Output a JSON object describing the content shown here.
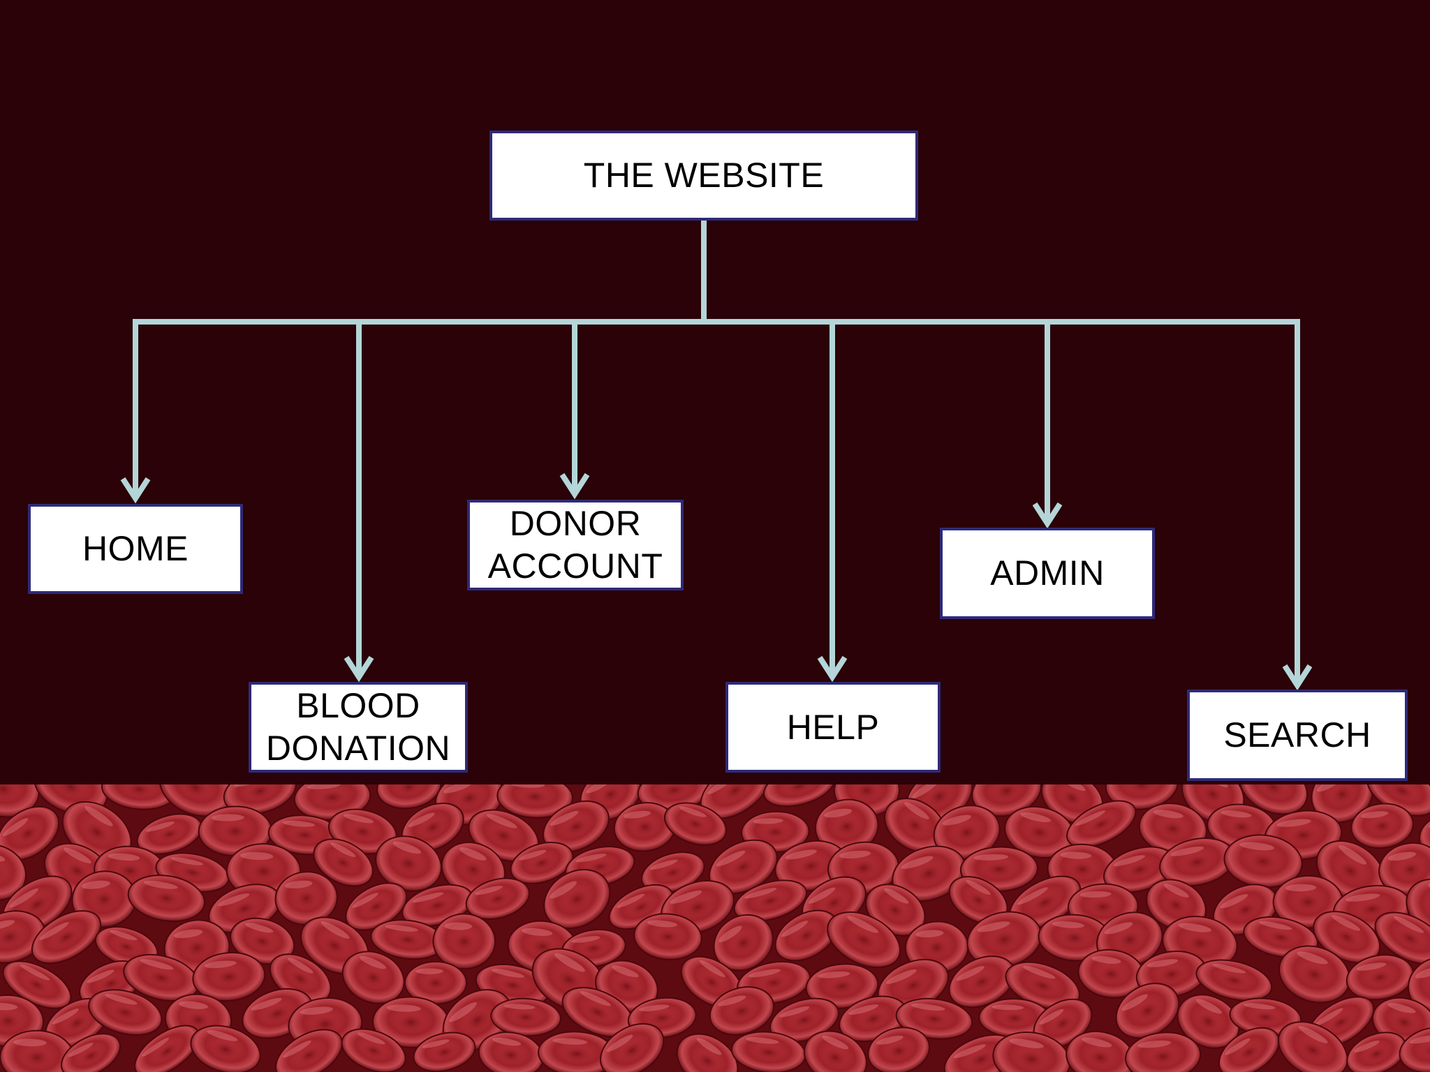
{
  "diagram": {
    "root": {
      "label": "THE WEBSITE"
    },
    "children": [
      {
        "id": "home",
        "label": "HOME"
      },
      {
        "id": "blood-donation",
        "label": "BLOOD\nDONATION"
      },
      {
        "id": "donor-account",
        "label": "DONOR\nACCOUNT"
      },
      {
        "id": "help",
        "label": "HELP"
      },
      {
        "id": "admin",
        "label": "ADMIN"
      },
      {
        "id": "search",
        "label": "SEARCH"
      }
    ]
  },
  "colors": {
    "background": "#2a0207",
    "connector": "#b4d6d8",
    "box_border": "#2e2a78",
    "box_fill": "#ffffff",
    "cells_base": "#8a1c22"
  },
  "decoration": {
    "bottom_image": "red-blood-cells-photo"
  }
}
